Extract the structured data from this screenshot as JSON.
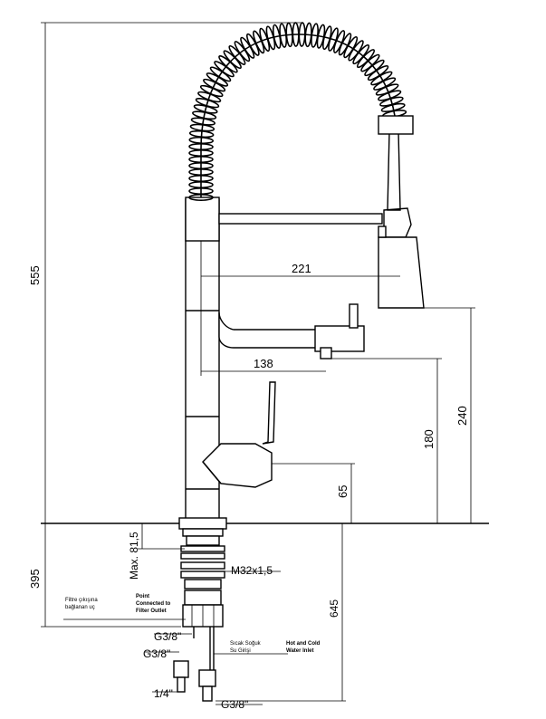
{
  "dimensions": {
    "total_height": "555",
    "lower_height": "395",
    "spout_reach": "221",
    "filter_reach": "138",
    "spout_height": "240",
    "filter_height": "180",
    "lever_height": "65",
    "max_deck": "Max. 81,5",
    "thread": "M32x1,5",
    "lower_total": "645"
  },
  "connections": {
    "g38_a": "G3/8\"",
    "g38_b": "G3/8\"",
    "g38_c": "G3/8\"",
    "q14": "1/4\""
  },
  "labels": {
    "filter_tr_1": "Filtre çıkışına",
    "filter_tr_2": "bağlanan uç",
    "filter_en_1": "Point",
    "filter_en_2": "Connected to",
    "filter_en_3": "Filter Outlet",
    "water_tr_1": "Sıcak Soğuk",
    "water_tr_2": "Su Girişi",
    "water_en_1": "Hot and Cold",
    "water_en_2": "Water Inlet"
  }
}
